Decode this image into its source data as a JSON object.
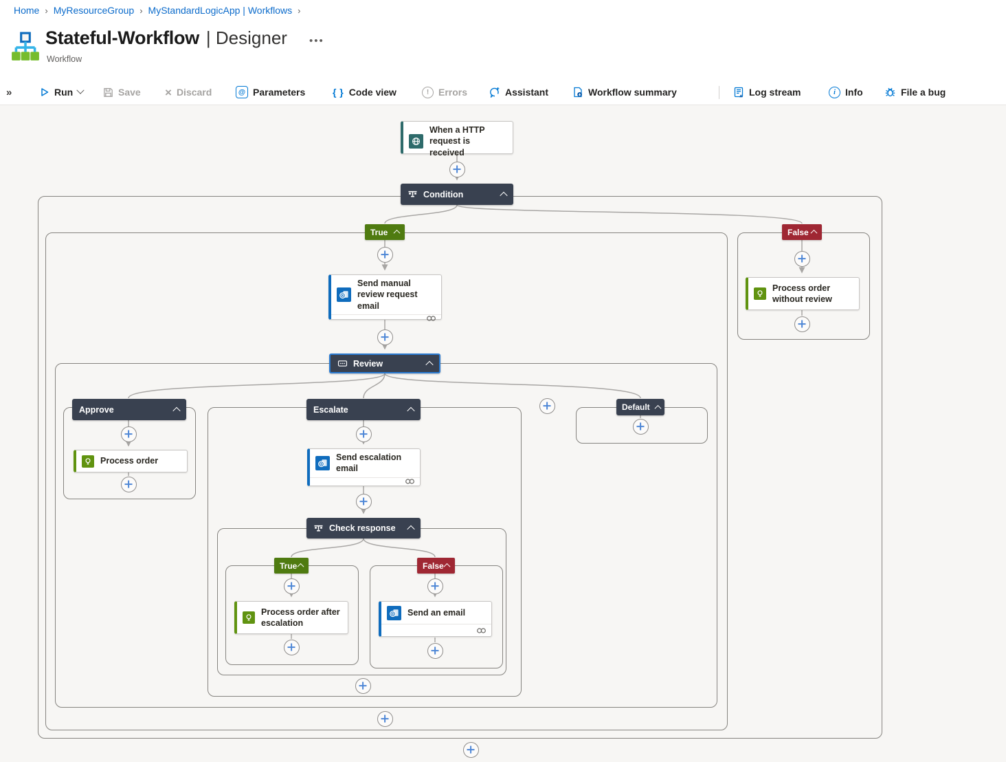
{
  "breadcrumb": {
    "items": [
      "Home",
      "MyResourceGroup",
      "MyStandardLogicApp | Workflows"
    ]
  },
  "header": {
    "title": "Stateful-Workflow",
    "title_suffix": "| Designer",
    "subtitle": "Workflow"
  },
  "toolbar": {
    "run": "Run",
    "save": "Save",
    "discard": "Discard",
    "parameters": "Parameters",
    "code_view": "Code view",
    "errors": "Errors",
    "assistant": "Assistant",
    "workflow_summary": "Workflow summary",
    "log_stream": "Log stream",
    "info": "Info",
    "file_a_bug": "File a bug"
  },
  "workflow": {
    "trigger": "When a HTTP request is received",
    "condition": "Condition",
    "true": "True",
    "false": "False",
    "send_manual_review": "Send manual review request email",
    "review": "Review",
    "approve": "Approve",
    "process_order": "Process order",
    "escalate": "Escalate",
    "send_escalation_email": "Send escalation email",
    "check_response": "Check response",
    "check_true": "True",
    "check_false": "False",
    "process_order_after_escalation": "Process order after escalation",
    "send_an_email": "Send an email",
    "default": "Default",
    "process_order_without_review": "Process order without review"
  },
  "colors": {
    "accent_blue": "#0078d4",
    "node_dark": "#394150",
    "true_green": "#4f7b10",
    "false_red": "#9f2733",
    "outlook_blue": "#0f6cbd",
    "action_green": "#609310",
    "trigger_teal": "#2e6b6b",
    "plus_blue": "#4e87d6"
  }
}
